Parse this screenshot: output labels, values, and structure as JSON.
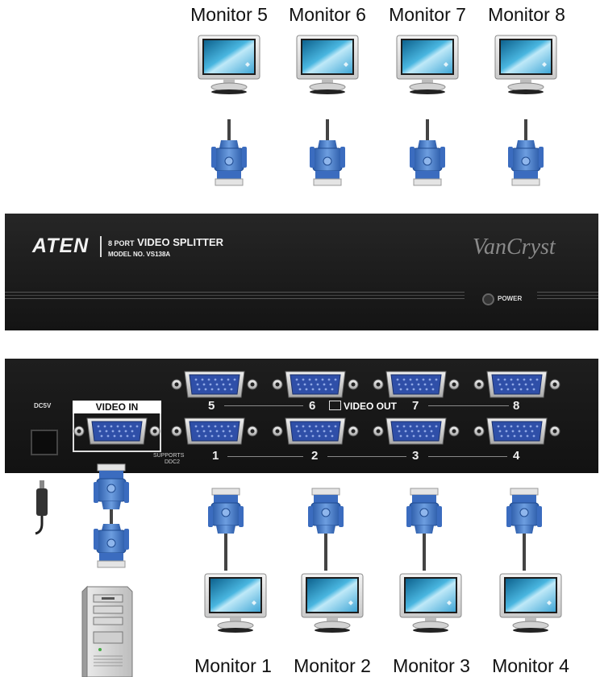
{
  "monitors_top": [
    "Monitor 5",
    "Monitor 6",
    "Monitor 7",
    "Monitor 8"
  ],
  "monitors_bottom": [
    "Monitor 1",
    "Monitor 2",
    "Monitor 3",
    "Monitor 4"
  ],
  "front_panel": {
    "logo": "ATEN",
    "product_prefix": "8 PORT",
    "product_name": "VIDEO SPLITTER",
    "model": "MODEL NO. VS138A",
    "series_logo": "VanCryst",
    "power_label": "POWER"
  },
  "back_panel": {
    "power_in_label": "DC5V",
    "video_in_label": "VIDEO IN",
    "video_out_label": "VIDEO OUT",
    "supports_label_line1": "SUPPORTS",
    "supports_label_line2": "DDC2",
    "top_port_numbers": [
      "5",
      "6",
      "7",
      "8"
    ],
    "bottom_port_numbers": [
      "1",
      "2",
      "3",
      "4"
    ]
  },
  "colors": {
    "connector_blue": "#3a6fc4",
    "panel_dark": "#1a1a1a",
    "port_silver": "#d8d8d8",
    "port_blue": "#2f4fa8"
  }
}
